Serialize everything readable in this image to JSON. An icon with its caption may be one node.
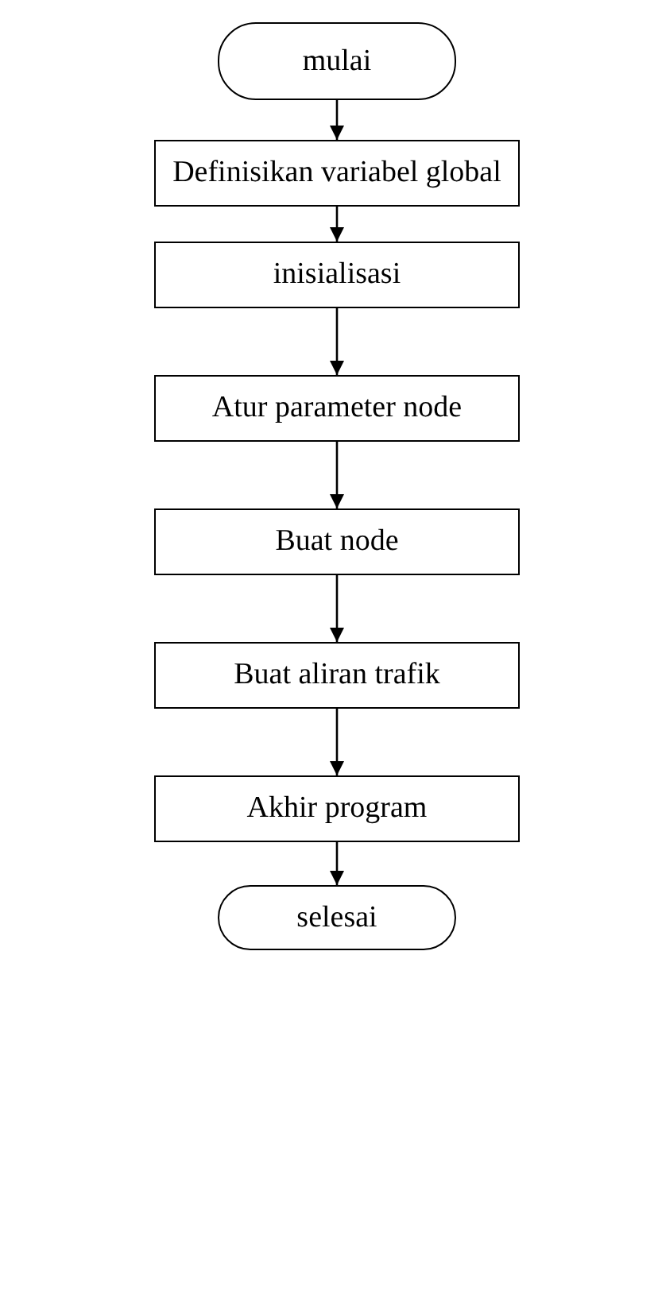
{
  "diagram": {
    "nodes": [
      {
        "text": [
          "mulai"
        ]
      },
      {
        "text": [
          "Definisikan variabel global"
        ]
      },
      {
        "text": [
          "inisialisasi"
        ]
      },
      {
        "text": [
          "Atur parameter node"
        ]
      },
      {
        "text": [
          "Buat node"
        ]
      },
      {
        "text": [
          "Buat aliran trafik"
        ]
      },
      {
        "text": [
          "Akhir program"
        ]
      },
      {
        "text": [
          "selesai"
        ]
      }
    ],
    "edges": [
      {
        "from": 0,
        "to": 1,
        "arrow": "to"
      },
      {
        "from": 1,
        "to": 2,
        "arrow": "to"
      },
      {
        "from": 2,
        "to": 3,
        "arrow": "to"
      },
      {
        "from": 3,
        "to": 4,
        "arrow": "to"
      },
      {
        "from": 4,
        "to": 5,
        "arrow": "to"
      },
      {
        "from": 5,
        "to": 6,
        "arrow": "to"
      },
      {
        "from": 6,
        "to": 7,
        "arrow": "to"
      }
    ]
  }
}
